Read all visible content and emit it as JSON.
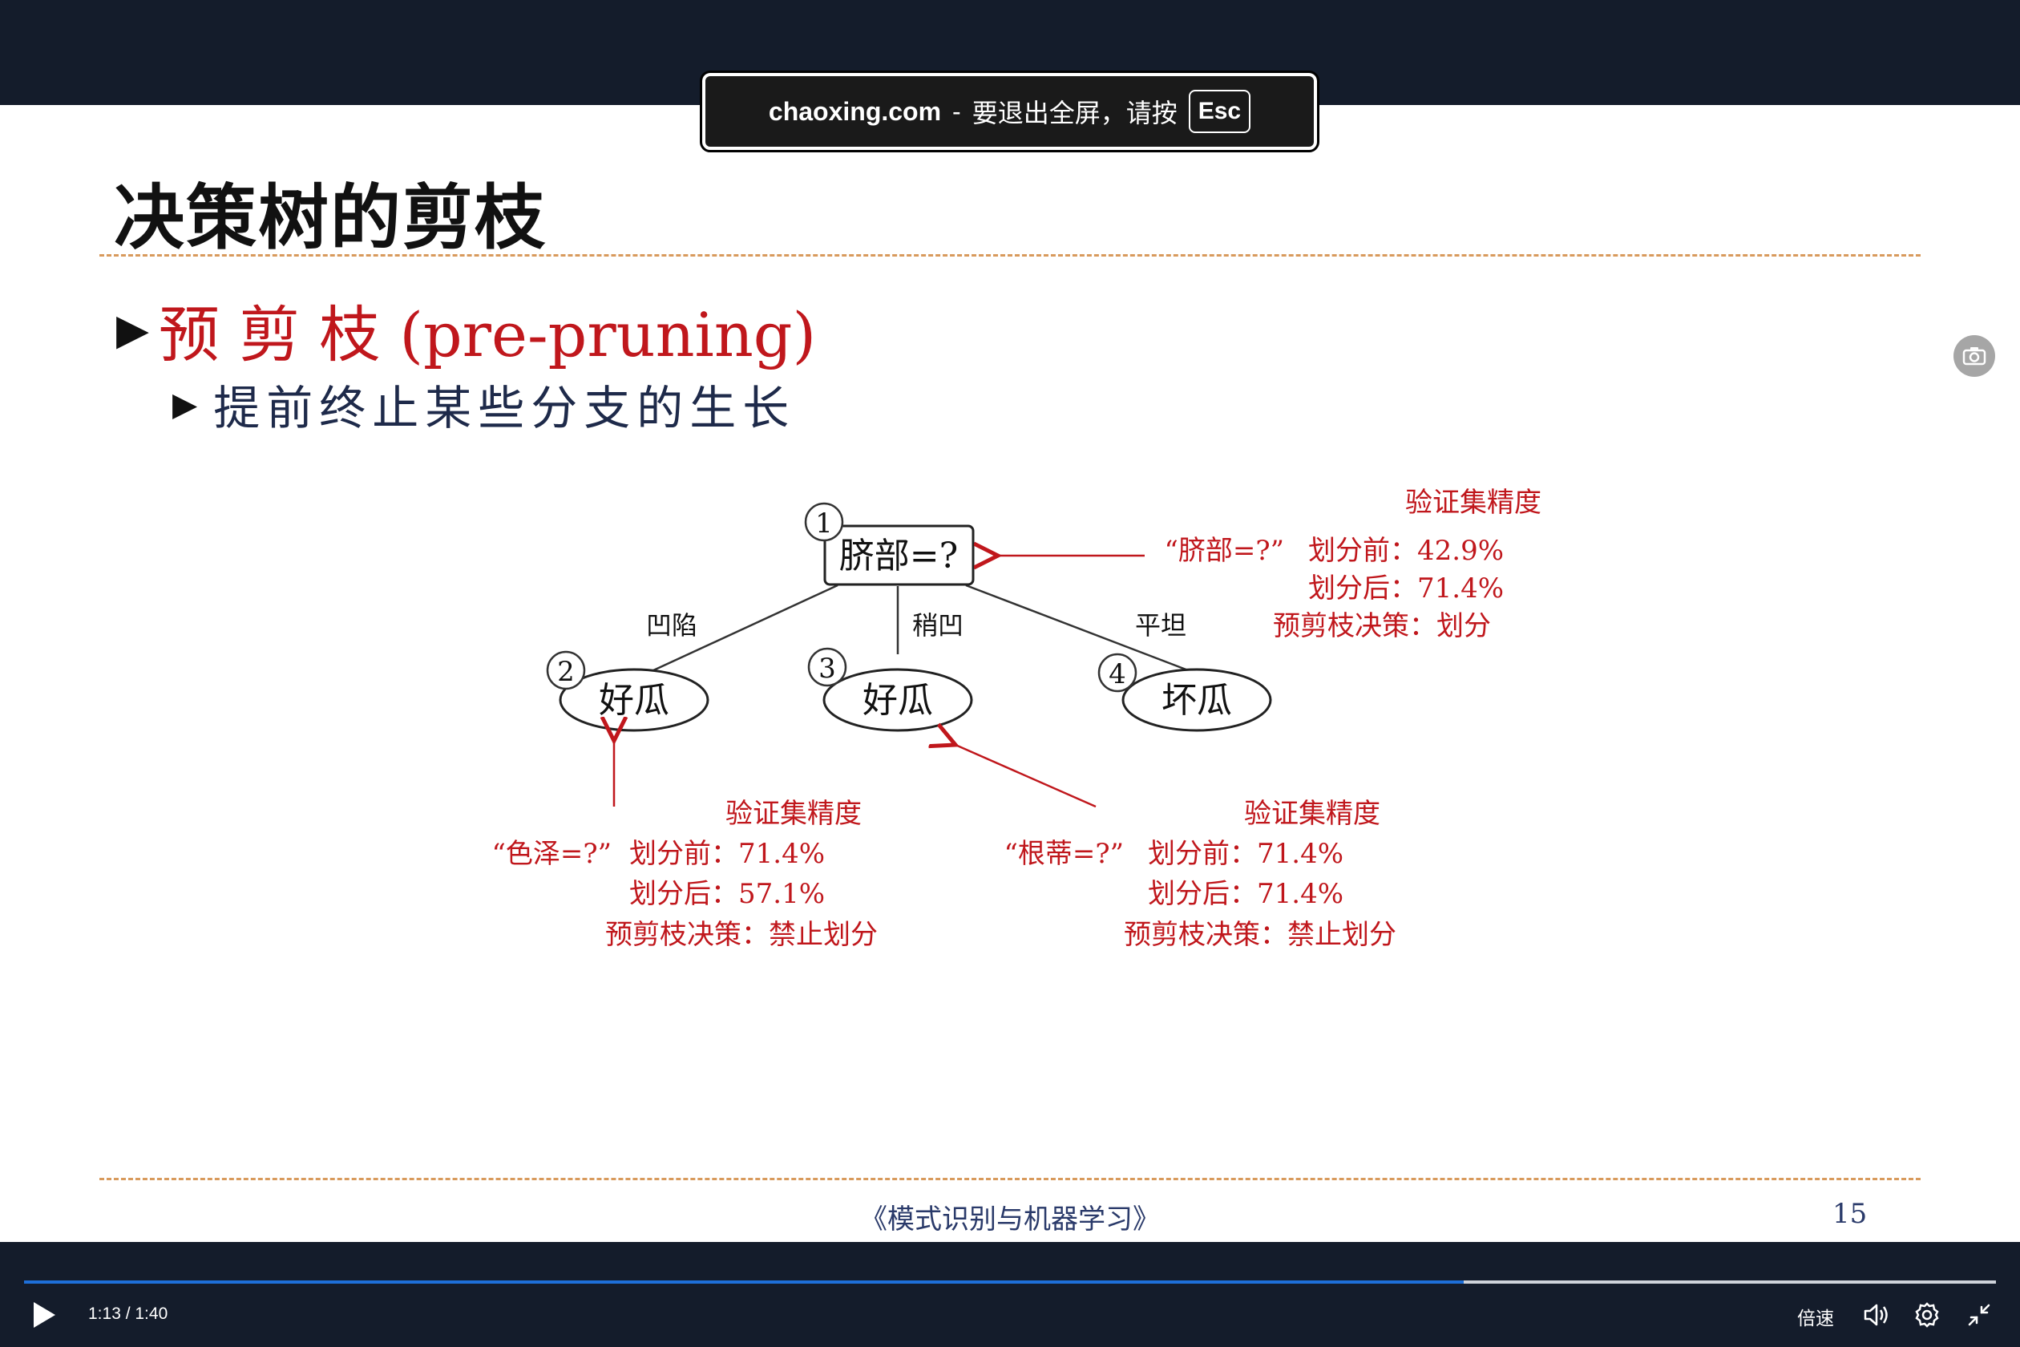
{
  "toast": {
    "site": "chaoxing.com",
    "dash": "-",
    "message": "要退出全屏，请按",
    "key": "Esc"
  },
  "slide": {
    "title": "决策树的剪枝",
    "bullet1": "预 剪 枝 (pre-pruning)",
    "bullet2": "提前终止某些分支的生长",
    "footer": "《模式识别与机器学习》",
    "page_number": "15"
  },
  "tree": {
    "root": {
      "num": "1",
      "label": "脐部=?"
    },
    "branches": [
      "凹陷",
      "稍凹",
      "平坦"
    ],
    "leaves": [
      {
        "num": "2",
        "label": "好瓜"
      },
      {
        "num": "3",
        "label": "好瓜"
      },
      {
        "num": "4",
        "label": "坏瓜"
      }
    ],
    "root_annotation": {
      "heading": "验证集精度",
      "feature": "“脐部=?”",
      "before": "划分前：42.9%",
      "after": "划分后：71.4%",
      "decision": "预剪枝决策：划分"
    },
    "left_annotation": {
      "heading": "验证集精度",
      "feature": "“色泽=?”",
      "before": "划分前：71.4%",
      "after": "划分后：57.1%",
      "decision": "预剪枝决策：禁止划分"
    },
    "middle_annotation": {
      "heading": "验证集精度",
      "feature": "“根蒂=?”",
      "before": "划分前：71.4%",
      "after": "划分后：71.4%",
      "decision": "预剪枝决策：禁止划分"
    }
  },
  "player": {
    "time": "1:13 / 1:40",
    "progress": 0.73,
    "speed_label": "倍速"
  },
  "colors": {
    "bar_bg": "#141c2b",
    "annotation_red": "#c0171c",
    "progress_blue": "#1e6fd9",
    "divider": "#d89a5c"
  }
}
